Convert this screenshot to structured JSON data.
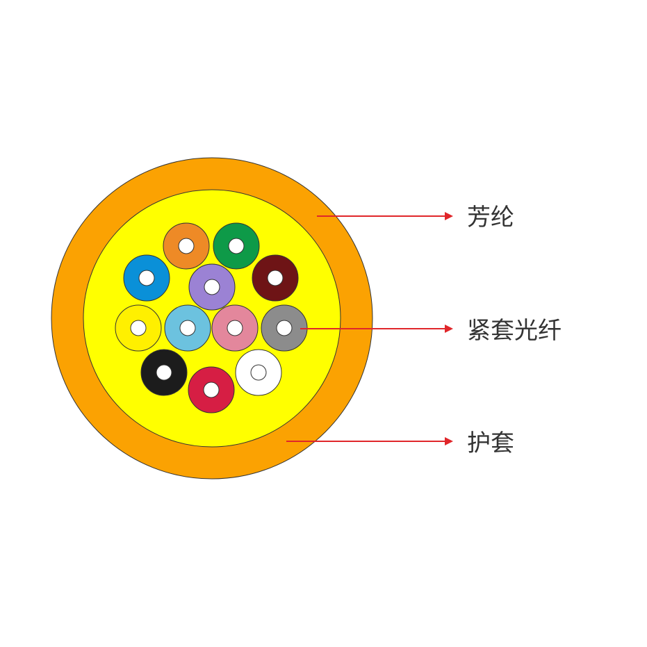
{
  "labels": {
    "aramid": "芳纶",
    "tight_buffer_fiber": "紧套光纤",
    "jacket": "护套"
  },
  "colors": {
    "jacket": "#FBA202",
    "aramid_fill": "#FFFF00",
    "arrow": "#E0262A",
    "outline": "#333333",
    "fiber_core": "#FFFFFF"
  },
  "fibers": [
    {
      "name": "orange",
      "color": "#EE8A26"
    },
    {
      "name": "green",
      "color": "#0E9A48"
    },
    {
      "name": "blue",
      "color": "#0A90D8"
    },
    {
      "name": "violet",
      "color": "#9B82D4"
    },
    {
      "name": "brown",
      "color": "#6E1416"
    },
    {
      "name": "yellow",
      "color": "#FFF000"
    },
    {
      "name": "aqua",
      "color": "#6CC2DF"
    },
    {
      "name": "rose",
      "color": "#E3879C"
    },
    {
      "name": "gray",
      "color": "#8C8C8C"
    },
    {
      "name": "black",
      "color": "#1C1C1C"
    },
    {
      "name": "red",
      "color": "#D61E44"
    },
    {
      "name": "white",
      "color": "#FFFFFF"
    }
  ]
}
